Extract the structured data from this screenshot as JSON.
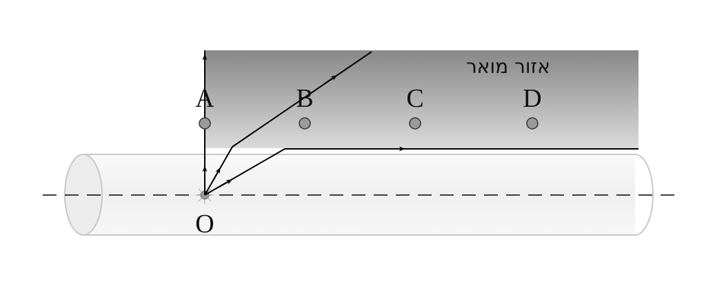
{
  "region_label": "אזור מואר",
  "points": [
    {
      "id": "A"
    },
    {
      "id": "B"
    },
    {
      "id": "C"
    },
    {
      "id": "D"
    }
  ],
  "origin_label": "O",
  "colors": {
    "lit_region_top": "#8c8c8c",
    "lit_region_bottom": "#d6d6d6",
    "tube_fill": "#f3f3f3",
    "tube_edge": "#c8c8c8",
    "ray": "#000000",
    "point_fill": "#9a9a9a"
  }
}
